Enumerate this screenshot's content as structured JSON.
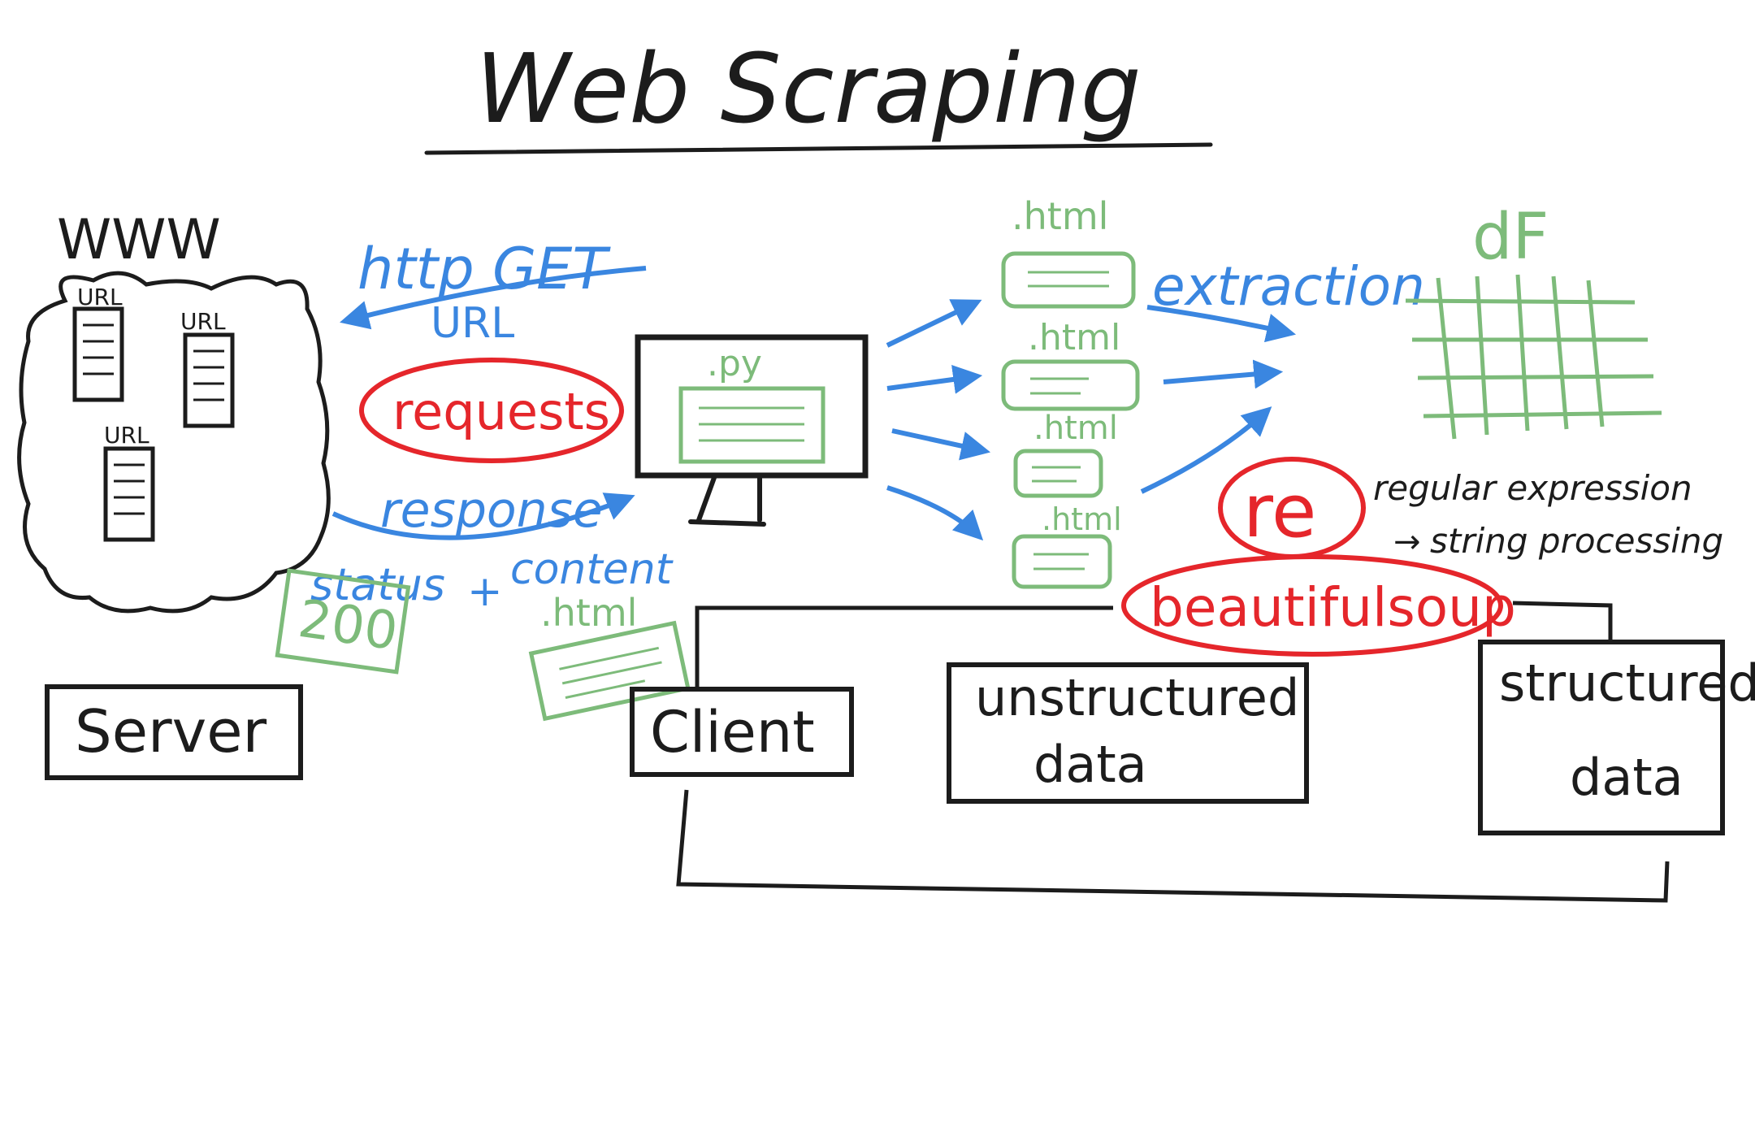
{
  "title": "Web Scraping",
  "server_side": {
    "cloud_label": "WWW",
    "url_label": "URL",
    "box_label": "Server"
  },
  "request": {
    "method_label": "http GET",
    "url_label": "URL",
    "library_label": "requests"
  },
  "response": {
    "label": "response",
    "status_label": "status",
    "plus": "+",
    "content_label": "content",
    "status_code": "200",
    "file_label": ".html"
  },
  "client": {
    "script_label": ".py",
    "box_label": "Client"
  },
  "files": {
    "label": ".html"
  },
  "extraction": {
    "label": "extraction",
    "regex_lib": "re",
    "regex_note_line1": "regular expression",
    "regex_note_line2": "string processing",
    "soup_lib": "beautifulsoup"
  },
  "output": {
    "df_label": "dF",
    "unstructured_line1": "unstructured",
    "unstructured_line2": "data",
    "structured_line1": "structured",
    "structured_line2": "data"
  },
  "colors": {
    "ink": "#1c1c1c",
    "blue": "#3a86e0",
    "green": "#7dbb7a",
    "red": "#e5262b"
  }
}
